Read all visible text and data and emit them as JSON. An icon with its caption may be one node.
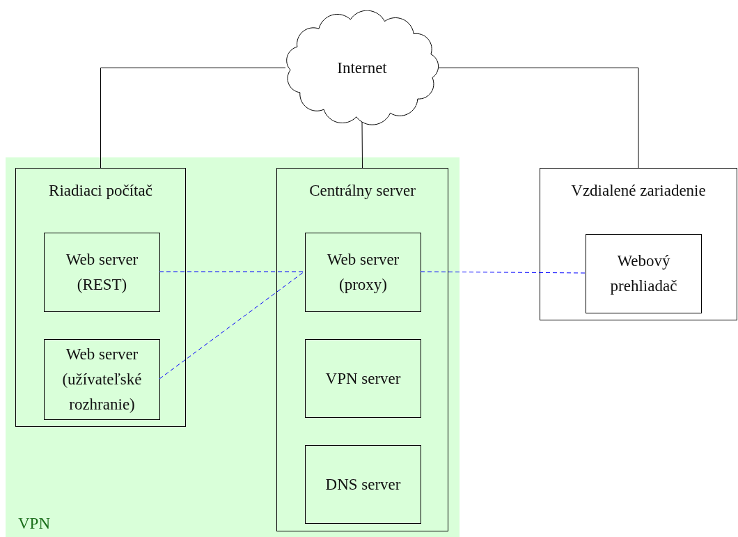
{
  "diagram": {
    "nodes": [
      {
        "text": [
          "VPN"
        ]
      },
      {
        "text": [
          "Internet"
        ]
      },
      {
        "text": [
          "Riadiaci počítač"
        ],
        "in": 0
      },
      {
        "text": [
          "Web server (REST)"
        ],
        "in": 2
      },
      {
        "text": [
          "Web server (užívateľské rozhranie)"
        ],
        "in": 2
      },
      {
        "text": [
          "Centrálny server"
        ],
        "in": 0
      },
      {
        "text": [
          "Web server (proxy)"
        ],
        "in": 5
      },
      {
        "text": [
          "VPN server"
        ],
        "in": 5
      },
      {
        "text": [
          "DNS server"
        ],
        "in": 5
      },
      {
        "text": [
          "Vzdialené zariadenie"
        ]
      },
      {
        "text": [
          "Webový prehliadač"
        ],
        "in": 9
      }
    ],
    "edges": [
      {
        "from": 1,
        "to": 2,
        "arrow": "none"
      },
      {
        "from": 1,
        "to": 5,
        "arrow": "none"
      },
      {
        "from": 1,
        "to": 9,
        "arrow": "none"
      },
      {
        "from": 3,
        "to": 6,
        "arrow": "none",
        "style": "dashed",
        "color": "#0000ff"
      },
      {
        "from": 4,
        "to": 6,
        "arrow": "none",
        "style": "dashed",
        "color": "#0000ff"
      },
      {
        "from": 6,
        "to": 10,
        "arrow": "none",
        "style": "dashed",
        "color": "#0000ff"
      }
    ]
  }
}
